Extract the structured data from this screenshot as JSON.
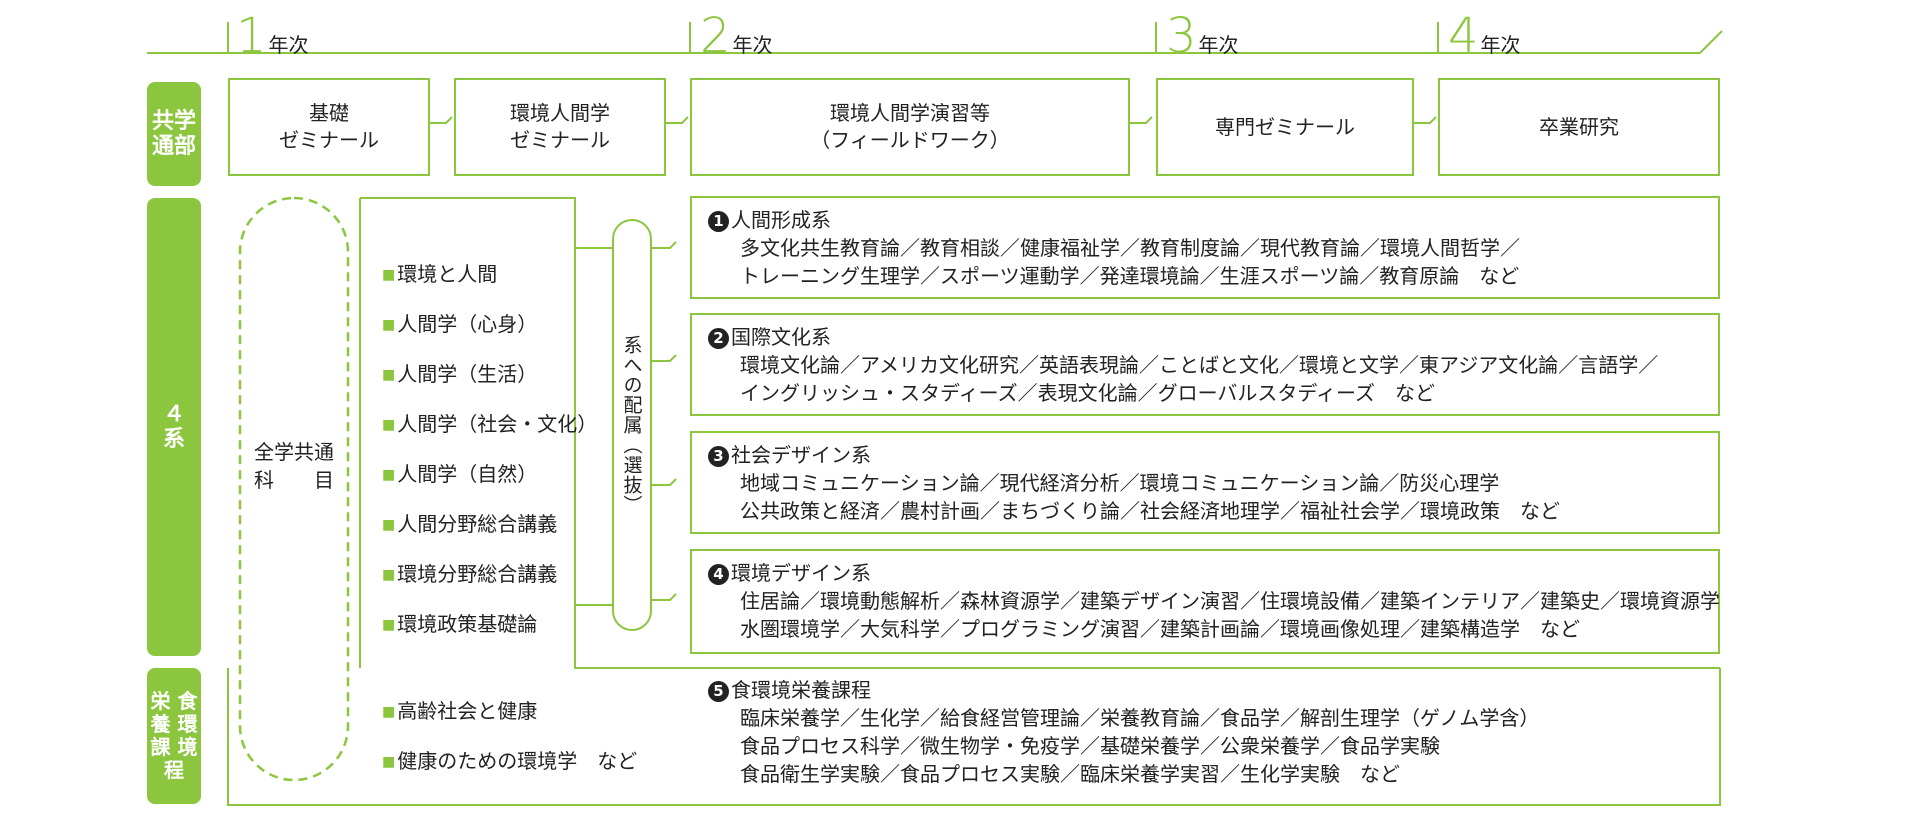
{
  "timeline": {
    "years": [
      {
        "num": "1",
        "suffix": "年次"
      },
      {
        "num": "2",
        "suffix": "年次"
      },
      {
        "num": "3",
        "suffix": "年次"
      },
      {
        "num": "4",
        "suffix": "年次"
      }
    ]
  },
  "rows": {
    "common": "共学\n通部",
    "four_kei": "４\n系",
    "nutrition": "栄 食\n養 環\n課 境\n程"
  },
  "common_steps": [
    "基礎\nゼミナール",
    "環境人間学\nゼミナール",
    "環境人間学演習等\n（フィールドワーク）",
    "専門ゼミナール",
    "卒業研究"
  ],
  "all_common": "全学共通\n科　　目",
  "intro_subjects": [
    "環境と人間",
    "人間学（心身）",
    "人間学（生活）",
    "人間学（社会・文化）",
    "人間学（自然）",
    "人間分野総合講義",
    "環境分野総合講義",
    "環境政策基礎論"
  ],
  "nutrition_subjects": [
    "高齢社会と健康",
    "健康のための環境学　など"
  ],
  "assign_label": "系への配属（選抜）",
  "categories": [
    {
      "badge": "1",
      "title": "人間形成系",
      "lines": [
        "多文化共生教育論／教育相談／健康福祉学／教育制度論／現代教育論／環境人間哲学／",
        "トレーニング生理学／スポーツ運動学／発達環境論／生涯スポーツ論／教育原論　など"
      ]
    },
    {
      "badge": "2",
      "title": "国際文化系",
      "lines": [
        "環境文化論／アメリカ文化研究／英語表現論／ことばと文化／環境と文学／東アジア文化論／言語学／",
        "イングリッシュ・スタディーズ／表現文化論／グローバルスタディーズ　など"
      ]
    },
    {
      "badge": "3",
      "title": "社会デザイン系",
      "lines": [
        "地域コミュニケーション論／現代経済分析／環境コミュニケーション論／防災心理学",
        "公共政策と経済／農村計画／まちづくり論／社会経済地理学／福祉社会学／環境政策　など"
      ]
    },
    {
      "badge": "4",
      "title": "環境デザイン系",
      "lines": [
        "住居論／環境動態解析／森林資源学／建築デザイン演習／住環境設備／建築インテリア／建築史／環境資源学",
        "水圏環境学／大気科学／プログラミング演習／建築計画論／環境画像処理／建築構造学　など"
      ]
    },
    {
      "badge": "5",
      "title": "食環境栄養課程",
      "lines": [
        "臨床栄養学／生化学／給食経営管理論／栄養教育論／食品学／解剖生理学（ゲノム学含）",
        "食品プロセス科学／微生物学・免疫学／基礎栄養学／公衆栄養学／食品学実験",
        "食品衛生学実験／食品プロセス実験／臨床栄養学実習／生化学実験　など"
      ]
    }
  ],
  "colors": {
    "accent": "#8cc63f",
    "text": "#222222"
  }
}
